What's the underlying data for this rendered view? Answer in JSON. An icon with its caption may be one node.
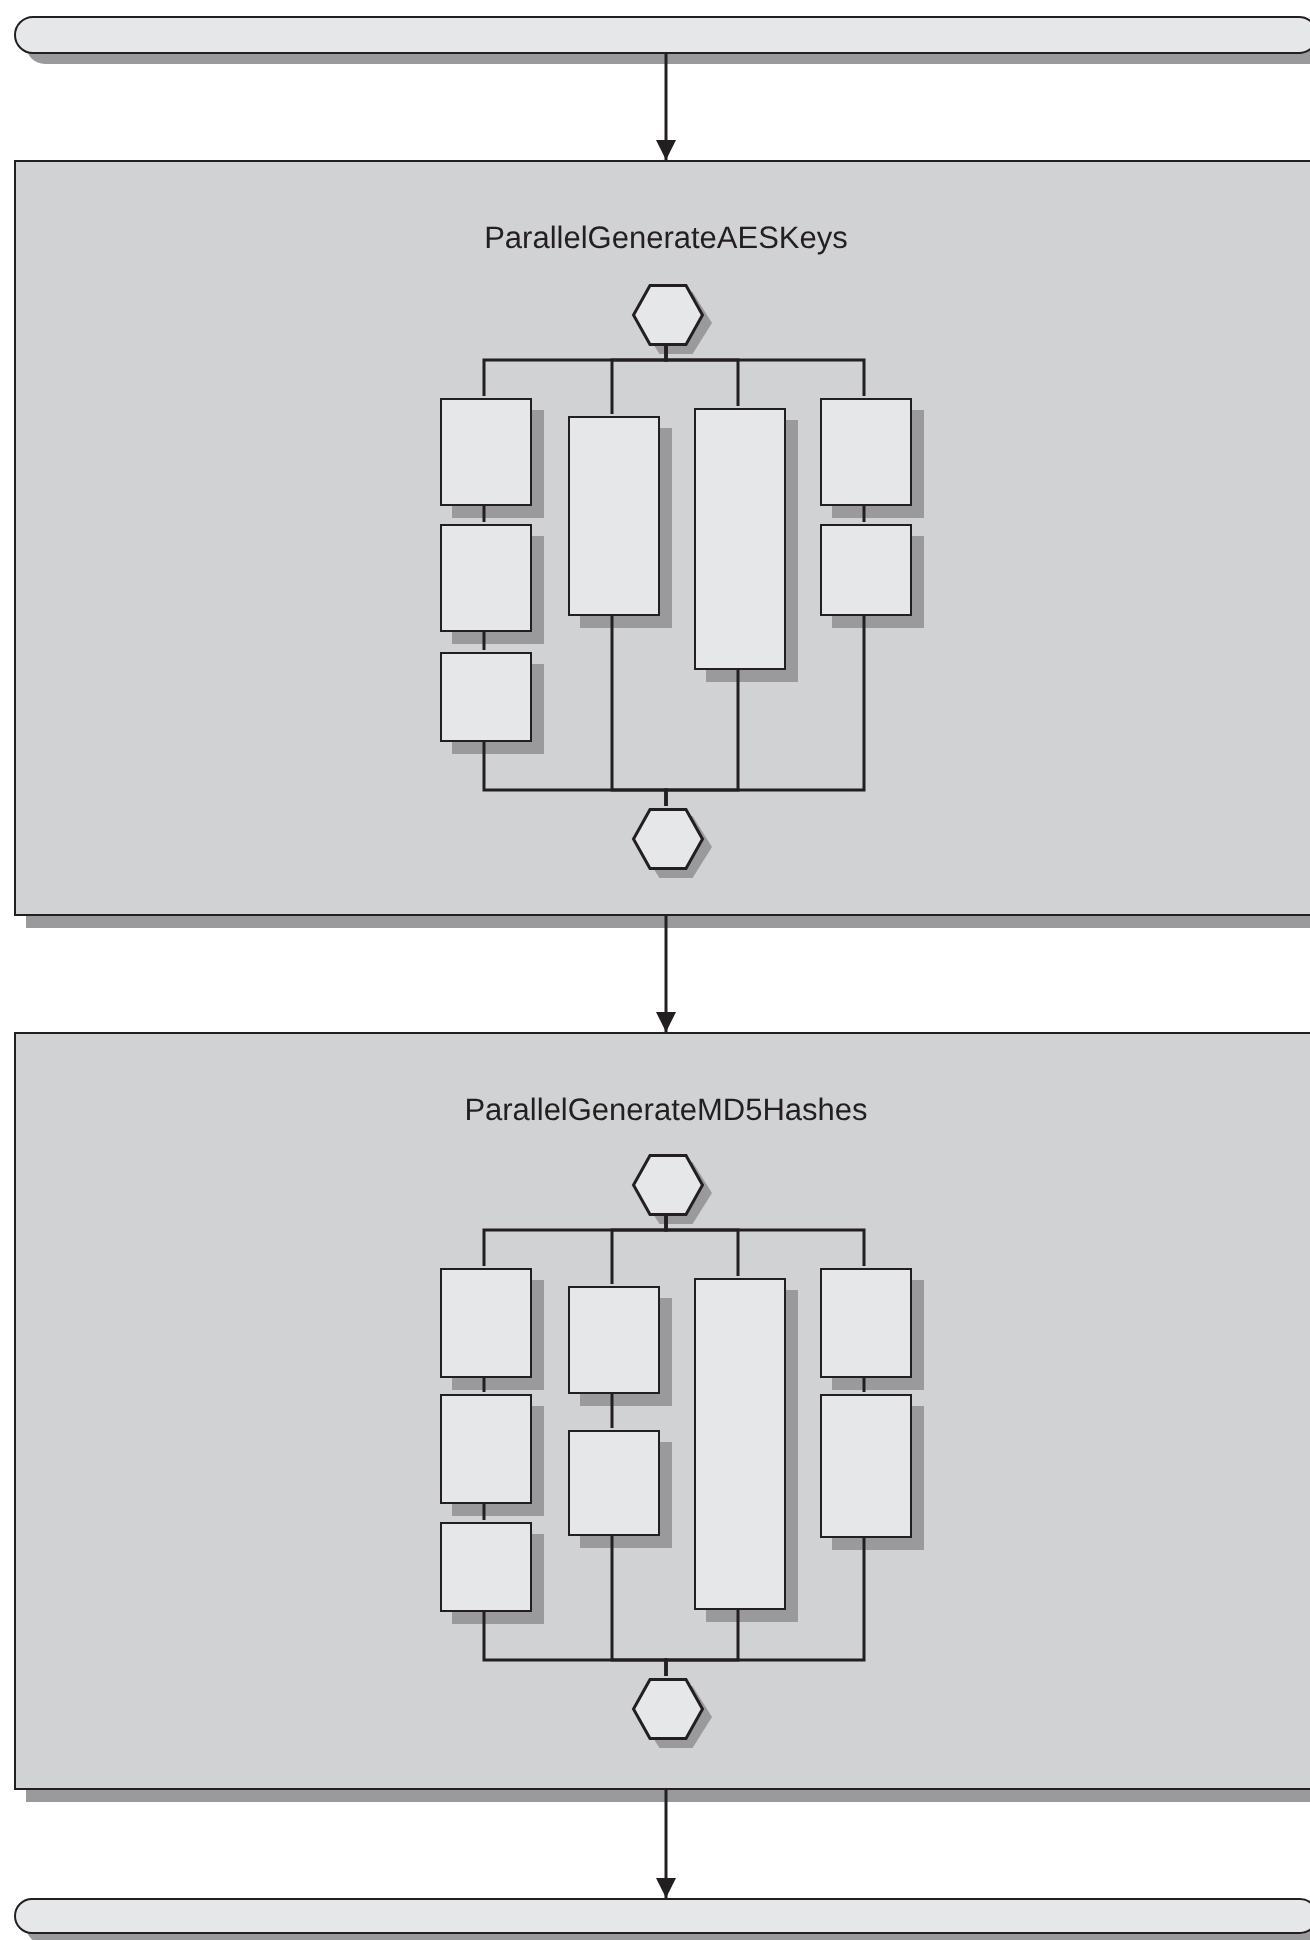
{
  "diagram": {
    "nodes": [
      {
        "text": [],
        "shape": "bar"
      },
      {
        "text": [
          "ParallelGenerateAESKeys"
        ]
      },
      {
        "text": [],
        "shape": "hexagon",
        "in": 1
      },
      {
        "text": [],
        "shape": "box",
        "in": 1
      },
      {
        "text": [],
        "shape": "box",
        "in": 1
      },
      {
        "text": [],
        "shape": "box",
        "in": 1
      },
      {
        "text": [],
        "shape": "box",
        "in": 1
      },
      {
        "text": [],
        "shape": "box",
        "in": 1
      },
      {
        "text": [],
        "shape": "box",
        "in": 1
      },
      {
        "text": [],
        "shape": "box",
        "in": 1
      },
      {
        "text": [],
        "shape": "hexagon",
        "in": 1
      },
      {
        "text": [
          "ParallelGenerateMD5Hashes"
        ]
      },
      {
        "text": [],
        "shape": "hexagon",
        "in": 11
      },
      {
        "text": [],
        "shape": "box",
        "in": 11
      },
      {
        "text": [],
        "shape": "box",
        "in": 11
      },
      {
        "text": [],
        "shape": "box",
        "in": 11
      },
      {
        "text": [],
        "shape": "box",
        "in": 11
      },
      {
        "text": [],
        "shape": "box",
        "in": 11
      },
      {
        "text": [],
        "shape": "box",
        "in": 11
      },
      {
        "text": [],
        "shape": "box",
        "in": 11
      },
      {
        "text": [],
        "shape": "box",
        "in": 11
      },
      {
        "text": [],
        "shape": "hexagon",
        "in": 11
      },
      {
        "text": [],
        "shape": "bar"
      }
    ],
    "edges": [
      {
        "from": 0,
        "to": 1,
        "arrow": "to"
      },
      {
        "from": 2,
        "to": 3,
        "arrow": "none"
      },
      {
        "from": 2,
        "to": 6,
        "arrow": "none"
      },
      {
        "from": 2,
        "to": 7,
        "arrow": "none"
      },
      {
        "from": 2,
        "to": 8,
        "arrow": "none"
      },
      {
        "from": 3,
        "to": 4,
        "arrow": "none"
      },
      {
        "from": 4,
        "to": 5,
        "arrow": "none"
      },
      {
        "from": 8,
        "to": 9,
        "arrow": "none"
      },
      {
        "from": 5,
        "to": 10,
        "arrow": "none"
      },
      {
        "from": 6,
        "to": 10,
        "arrow": "none"
      },
      {
        "from": 7,
        "to": 10,
        "arrow": "none"
      },
      {
        "from": 9,
        "to": 10,
        "arrow": "none"
      },
      {
        "from": 1,
        "to": 11,
        "arrow": "to"
      },
      {
        "from": 12,
        "to": 13,
        "arrow": "none"
      },
      {
        "from": 12,
        "to": 16,
        "arrow": "none"
      },
      {
        "from": 12,
        "to": 18,
        "arrow": "none"
      },
      {
        "from": 12,
        "to": 19,
        "arrow": "none"
      },
      {
        "from": 13,
        "to": 14,
        "arrow": "none"
      },
      {
        "from": 14,
        "to": 15,
        "arrow": "none"
      },
      {
        "from": 16,
        "to": 17,
        "arrow": "none"
      },
      {
        "from": 19,
        "to": 20,
        "arrow": "none"
      },
      {
        "from": 15,
        "to": 21,
        "arrow": "none"
      },
      {
        "from": 17,
        "to": 21,
        "arrow": "none"
      },
      {
        "from": 18,
        "to": 21,
        "arrow": "none"
      },
      {
        "from": 20,
        "to": 21,
        "arrow": "none"
      },
      {
        "from": 11,
        "to": 22,
        "arrow": "to"
      }
    ]
  }
}
